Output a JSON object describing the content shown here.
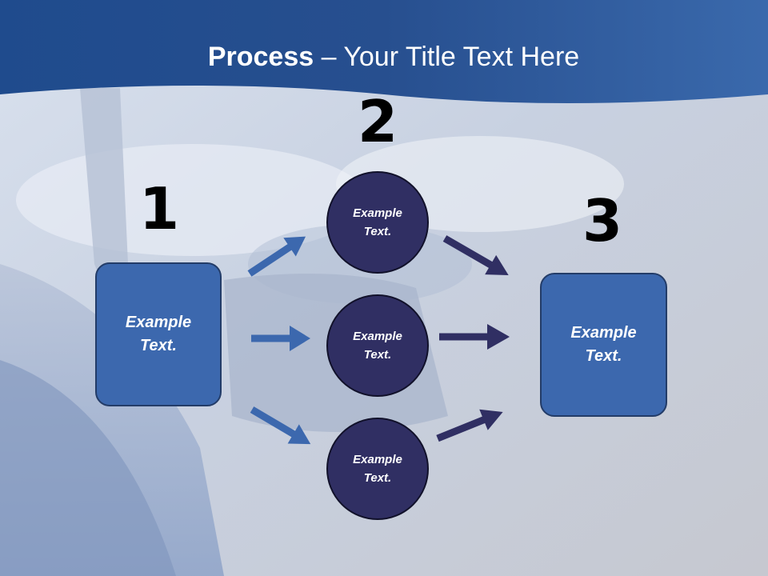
{
  "slide": {
    "title_bold": "Process",
    "title_rest": " – Your Title Text Here"
  },
  "steps": [
    {
      "number": "1",
      "label": "Example\nText."
    },
    {
      "number": "2",
      "items": [
        "Example\nText.",
        "Example\nText.",
        "Example\nText."
      ]
    },
    {
      "number": "3",
      "label": "Example\nText."
    }
  ],
  "colors": {
    "header_blue": "#2b5393",
    "box_blue": "#3c68ae",
    "circle_navy": "#302f63",
    "arrow_left": "#3c68ae",
    "arrow_right": "#302f63"
  }
}
